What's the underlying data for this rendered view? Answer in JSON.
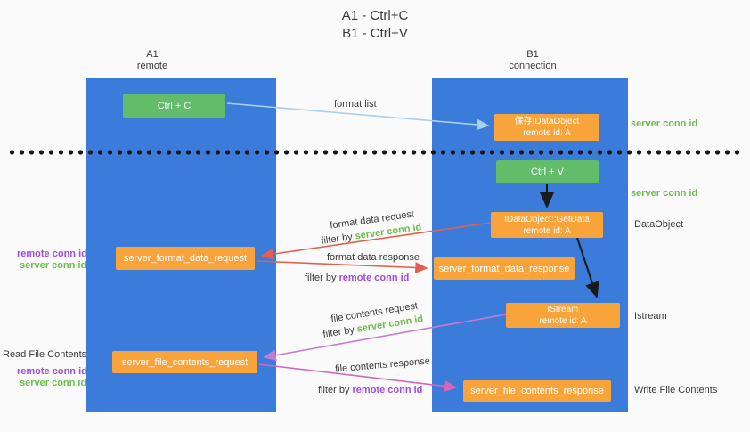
{
  "title": {
    "line1": "A1 - Ctrl+C",
    "line2": "B1 - Ctrl+V"
  },
  "lanes": {
    "left": {
      "name": "A1",
      "subtitle": "remote"
    },
    "right": {
      "name": "B1",
      "subtitle": "connection"
    }
  },
  "nodes": {
    "ctrl_c": {
      "label": "Ctrl + C"
    },
    "save_idataobject": {
      "line1": "保存IDataObject",
      "line2": "remote id: A"
    },
    "ctrl_v": {
      "label": "Ctrl + V"
    },
    "getdata": {
      "line1": "IDataObject::GetData",
      "line2": "remote id: A"
    },
    "format_request": {
      "label": "server_format_data_request"
    },
    "format_response": {
      "label": "server_format_data_response"
    },
    "istream": {
      "line1": "IStream",
      "line2": "remote id: A"
    },
    "file_request": {
      "label": "server_file_contents_request"
    },
    "file_response": {
      "label": "server_file_contents_response"
    }
  },
  "arrows": {
    "format_list": {
      "label": "format list"
    },
    "format_data_request": {
      "label": "format data request",
      "filter_prefix": "filter by",
      "filter_key": "server conn id"
    },
    "format_data_response": {
      "label": "format data response",
      "filter_prefix": "filter by",
      "filter_key": "remote conn id"
    },
    "file_contents_request": {
      "label": "file contents request",
      "filter_prefix": "filter by",
      "filter_key": "server conn id"
    },
    "file_contents_response": {
      "label": "file contents response",
      "filter_prefix": "filter by",
      "filter_key": "remote conn id"
    }
  },
  "side_labels": {
    "right": {
      "server_conn_top": "server conn id",
      "server_conn_mid": "server conn id",
      "dataobject": "DataObject",
      "istream": "Istream",
      "write_file_contents": "Write File Contents"
    },
    "left": {
      "remote_conn_top": "remote conn id",
      "server_conn_top": "server conn id",
      "read_file_contents": "Read File Contents",
      "remote_conn_bottom": "remote conn id",
      "server_conn_bottom": "server conn id"
    }
  },
  "colors": {
    "lane_blue": "#3B7CDB",
    "node_green": "#62BC6A",
    "node_orange": "#F9A43B",
    "arrow_light_blue": "#A8CEEC",
    "arrow_red": "#E4604E",
    "arrow_purple": "#C879D2",
    "arrow_pink": "#D964B8",
    "text_green": "#6BBE4C",
    "text_purple": "#9D50E0",
    "divider_black": "#161616"
  }
}
